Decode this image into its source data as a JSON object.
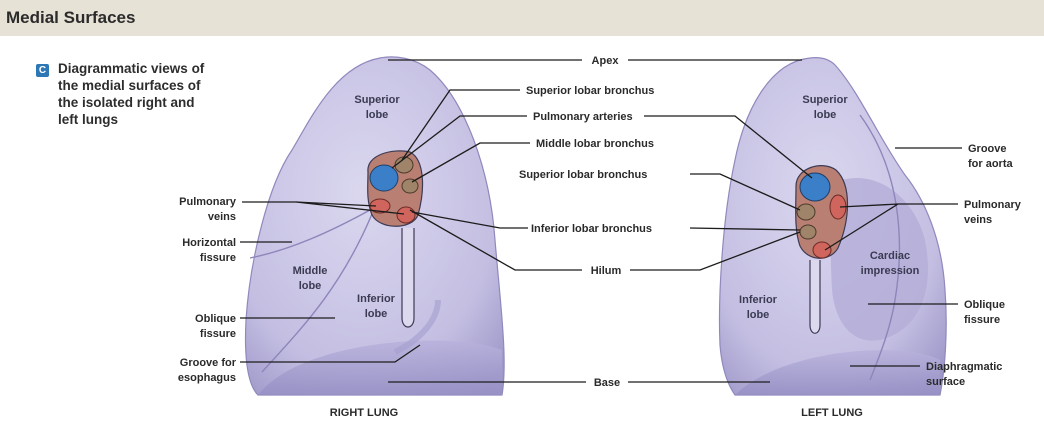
{
  "header": {
    "title": "Medial Surfaces"
  },
  "figure": {
    "badge": "C",
    "caption": "Diagrammatic views of\nthe medial surfaces of\nthe isolated right and\nleft lungs"
  },
  "right_lung": {
    "title": "RIGHT LUNG",
    "regions": {
      "superior_lobe": [
        "Superior",
        "lobe"
      ],
      "middle_lobe": [
        "Middle",
        "lobe"
      ],
      "inferior_lobe": [
        "Inferior",
        "lobe"
      ]
    },
    "labels": {
      "pulmonary_veins": [
        "Pulmonary",
        "veins"
      ],
      "horizontal_fissure": [
        "Horizontal",
        "fissure"
      ],
      "oblique_fissure": [
        "Oblique",
        "fissure"
      ],
      "groove_esophagus": [
        "Groove for",
        "esophagus"
      ]
    }
  },
  "left_lung": {
    "title": "LEFT LUNG",
    "regions": {
      "superior_lobe": [
        "Superior",
        "lobe"
      ],
      "inferior_lobe": [
        "Inferior",
        "lobe"
      ],
      "cardiac_impression": [
        "Cardiac",
        "impression"
      ]
    },
    "labels": {
      "groove_aorta": [
        "Groove",
        "for aorta"
      ],
      "pulmonary_veins": [
        "Pulmonary",
        "veins"
      ],
      "oblique_fissure": [
        "Oblique",
        "fissure"
      ],
      "diaphragmatic_surface": [
        "Diaphragmatic",
        "surface"
      ]
    }
  },
  "center_labels": {
    "apex": "Apex",
    "superior_lobar_bronchus_top": "Superior lobar bronchus",
    "pulmonary_arteries": "Pulmonary arteries",
    "middle_lobar_bronchus": "Middle lobar bronchus",
    "superior_lobar_bronchus": "Superior lobar bronchus",
    "inferior_lobar_bronchus": "Inferior lobar bronchus",
    "hilum": "Hilum",
    "base": "Base"
  },
  "colors": {
    "lung": "#c9c5e4",
    "lung_shade": "#a9a3d0",
    "artery": "#3a7fc8",
    "vein": "#d0655e",
    "bronchus": "#a0846a"
  }
}
